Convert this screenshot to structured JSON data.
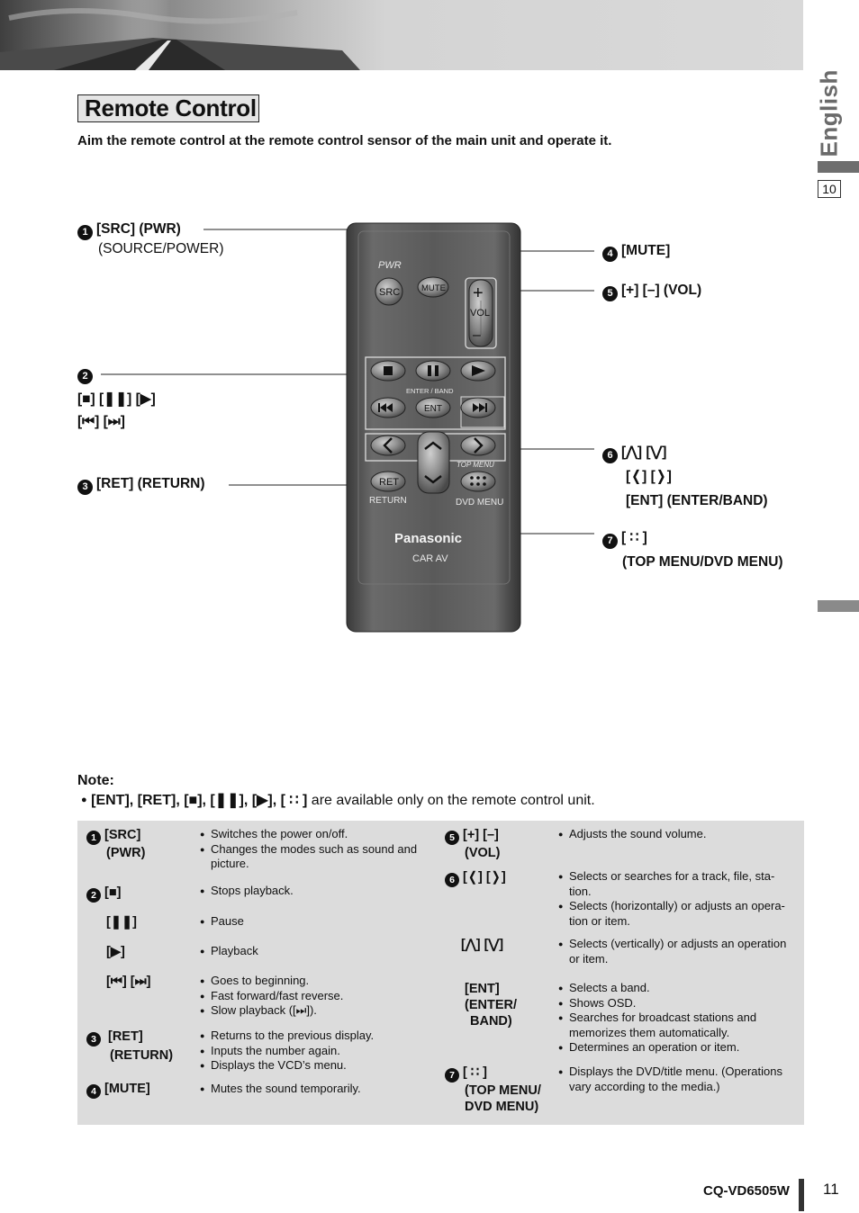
{
  "side": {
    "language": "English",
    "section_number": "10"
  },
  "page": {
    "title": "Remote Control",
    "intro": "Aim the remote control at the remote control sensor of the main unit and operate it."
  },
  "callouts": [
    {
      "num": "1",
      "label": "[SRC] (PWR)",
      "sub": "(SOURCE/POWER)"
    },
    {
      "num": "2",
      "line1": "[■]  [❚❚] [▶]",
      "line2": "[⏮] [⏭]"
    },
    {
      "num": "3",
      "label": "[RET]  (RETURN)"
    },
    {
      "num": "4",
      "label": "[MUTE]"
    },
    {
      "num": "5",
      "label": "[+] [–] (VOL)"
    },
    {
      "num": "6",
      "line1": "[⋀] [⋁]",
      "line2": "[❬] [❭]",
      "line3": "[ENT] (ENTER/BAND)"
    },
    {
      "num": "7",
      "line1": "[ ∷ ]",
      "line2": "(TOP MENU/DVD MENU)"
    }
  ],
  "remote": {
    "pwr": "PWR",
    "src": "SRC",
    "mute": "MUTE",
    "vol": "VOL",
    "plus": "+",
    "minus": "–",
    "enter_band": "ENTER / BAND",
    "ent": "ENT",
    "top_menu": "TOP MENU",
    "ret": "RET",
    "return": "RETURN",
    "dvd_menu": "DVD MENU",
    "brand": "Panasonic",
    "car_av": "CAR AV"
  },
  "note": {
    "title": "Note:",
    "keys": "[ENT], [RET], [■], [❚❚], [▶], [ ∷ ]",
    "text": " are available only on the remote control unit."
  },
  "table": {
    "left": [
      {
        "num": "1",
        "key": "[SRC]",
        "key2": "(PWR)",
        "desc": [
          "Switches the power on/off.",
          "Changes the modes such as sound and picture."
        ]
      },
      {
        "num": "2",
        "key": "[■]",
        "desc": [
          "Stops playback."
        ]
      },
      {
        "key": "[❚❚]",
        "desc": [
          "Pause"
        ]
      },
      {
        "key": "[▶]",
        "desc": [
          "Playback"
        ]
      },
      {
        "key": "[⏮] [⏭]",
        "desc": [
          "Goes to beginning.",
          "Fast forward/fast reverse.",
          "Slow playback ([⏭])."
        ]
      },
      {
        "num": "3",
        "key": "[RET]",
        "key2": "(RETURN)",
        "desc": [
          "Returns to the previous display.",
          "Inputs the number again.",
          "Displays the VCD’s menu."
        ]
      },
      {
        "num": "4",
        "key": "[MUTE]",
        "desc": [
          "Mutes the sound temporarily."
        ]
      }
    ],
    "right": [
      {
        "num": "5",
        "key": "[+] [–]",
        "key2": "(VOL)",
        "desc": [
          "Adjusts the sound volume."
        ]
      },
      {
        "num": "6",
        "key": "[❬] [❭]",
        "desc": [
          "Selects or searches for a track, file, sta- tion.",
          "Selects (horizontally) or adjusts an opera- tion or item."
        ]
      },
      {
        "key": "[⋀] [⋁]",
        "desc": [
          "Selects (vertically) or adjusts an operation or item."
        ]
      },
      {
        "key": "[ENT]",
        "key2": "(ENTER/",
        "key3": "BAND)",
        "desc": [
          "Selects a band.",
          "Shows OSD.",
          "Searches for broadcast stations and memorizes them automatically.",
          "Determines an operation or item."
        ]
      },
      {
        "num": "7",
        "key": "[ ∷ ]",
        "key2": "(TOP MENU/",
        "key3": "DVD MENU)",
        "desc": [
          "Displays the DVD/title menu. (Operations vary according to the media.)"
        ]
      }
    ]
  },
  "footer": {
    "model": "CQ-VD6505W",
    "page": "11"
  }
}
